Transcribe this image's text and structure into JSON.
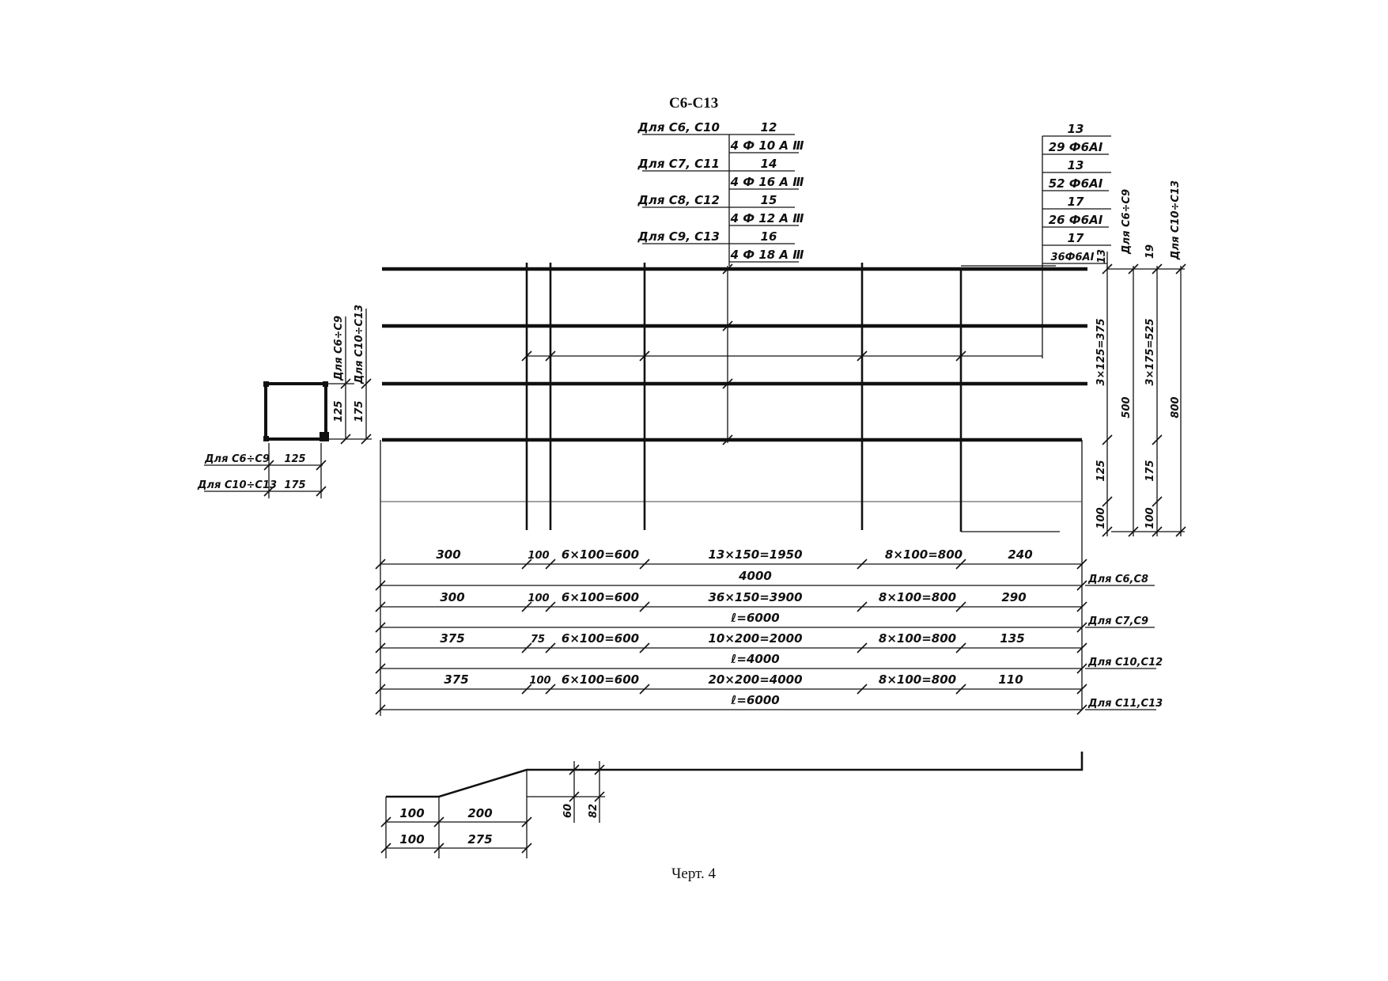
{
  "title": "С6-С13",
  "caption": "Черт. 4",
  "bars_table": {
    "rows": [
      {
        "label": "Для С6, С10",
        "pos": "12",
        "spec": "4 Ф 10 А Ⅲ"
      },
      {
        "label": "Для С7, С11",
        "pos": "14",
        "spec": "4 Ф 16 А Ⅲ"
      },
      {
        "label": "Для С8, С12",
        "pos": "15",
        "spec": "4 Ф 12 А Ⅲ"
      },
      {
        "label": "Для С9, С13",
        "pos": "16",
        "spec": "4 Ф 18 А Ⅲ"
      }
    ]
  },
  "stirrups_table": {
    "rows": [
      {
        "pos": "13",
        "spec": "29 Ф6АⅠ"
      },
      {
        "pos": "13",
        "spec": "52 Ф6АⅠ"
      },
      {
        "pos": "17",
        "spec": "26 Ф6АⅠ"
      },
      {
        "pos": "17",
        "spec": "36Ф6АⅠ"
      }
    ],
    "side_pos": "13"
  },
  "right_dims": {
    "label_c6_c9": "Для С6÷С9",
    "label_c10_c13": "Для С10÷С13",
    "pos": "19",
    "col1": {
      "top": "3×125=375",
      "mid": "500",
      "low": "125",
      "bottom": "100"
    },
    "col2": {
      "top": "3×175=525",
      "mid": "800",
      "low": "175",
      "bottom": "100"
    }
  },
  "section": {
    "label_c6_c9": "Для С6÷С9",
    "label_c10_c13": "Для С10÷С13",
    "v1": "125",
    "v2": "175",
    "h_c6_c9": "125",
    "h_c10_c13": "175"
  },
  "dim_rows": [
    {
      "a": "300",
      "b": "100",
      "c": "6×100=600",
      "d": "13×150=1950",
      "e": "8×100=800",
      "f": "240",
      "total": "4000",
      "label": "Для С6,С8"
    },
    {
      "a": "300",
      "b": "100",
      "c": "6×100=600",
      "d": "36×150=3900",
      "e": "8×100=800",
      "f": "290",
      "total": "ℓ=6000",
      "label": "Для С7,С9"
    },
    {
      "a": "375",
      "b": "75",
      "c": "6×100=600",
      "d": "10×200=2000",
      "e": "8×100=800",
      "f": "135",
      "total": "ℓ=4000",
      "label": "Для С10,С12"
    },
    {
      "a": "375",
      "b": "100",
      "c": "6×100=600",
      "d": "20×200=4000",
      "e": "8×100=800",
      "f": "110",
      "total": "ℓ=6000",
      "label": "Для С11,С13"
    }
  ],
  "bottom": {
    "row1": [
      "100",
      "200"
    ],
    "row2": [
      "100",
      "275"
    ],
    "v1": "60",
    "v2": "82"
  }
}
